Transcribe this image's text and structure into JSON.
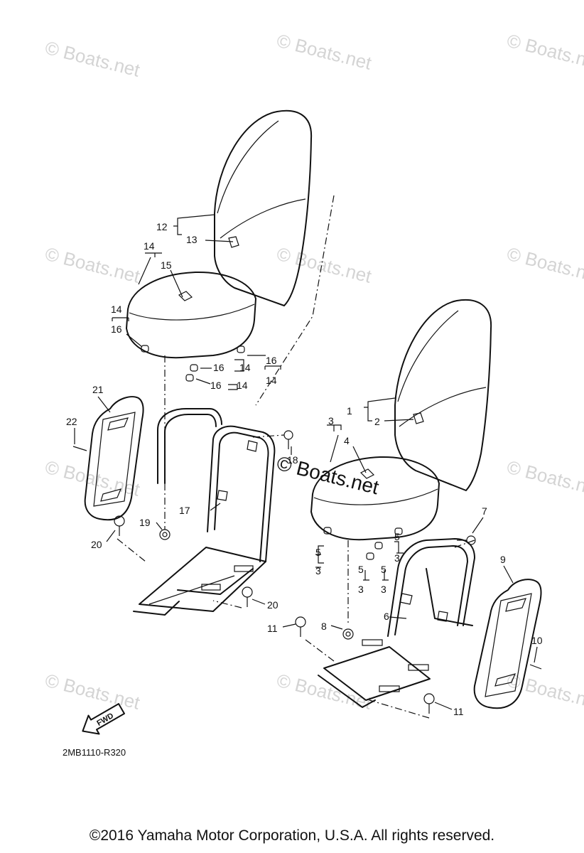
{
  "diagram_code": "2MB1110-R320",
  "fwd_label": "FWD",
  "watermark_text": "© Boats.net",
  "copyright": "©2016 Yamaha Motor Corporation, U.S.A. All rights reserved.",
  "callouts": {
    "c1": "1",
    "c2": "2",
    "c3": "3",
    "c4": "4",
    "c5a": "5",
    "c3a": "3",
    "c5b": "5",
    "c3b": "3",
    "c5c": "5",
    "c3c": "3",
    "c5d": "5",
    "c3d": "3",
    "c6": "6",
    "c7": "7",
    "c8": "8",
    "c9": "9",
    "c10": "10",
    "c11a": "11",
    "c11b": "11",
    "c12": "12",
    "c13": "13",
    "c14a": "14",
    "c15": "15",
    "c14b": "14",
    "c16a": "16",
    "c16b": "16",
    "c14c": "14",
    "c16c": "16",
    "c14d": "14",
    "c16d": "16",
    "c14e": "14",
    "c17": "17",
    "c18": "18",
    "c19": "19",
    "c20a": "20",
    "c20b": "20",
    "c21": "21",
    "c22": "22"
  },
  "colors": {
    "line": "#111111",
    "watermark": "#d4d4d4",
    "background": "#ffffff"
  }
}
